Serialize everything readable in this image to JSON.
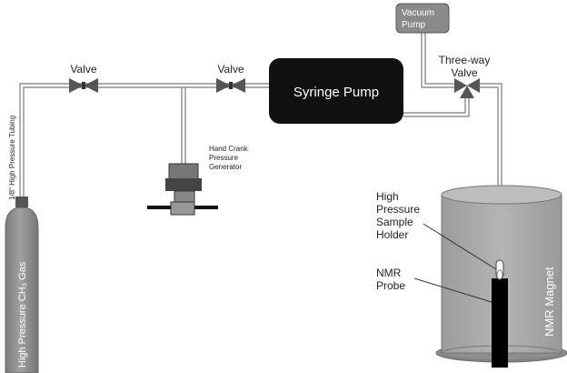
{
  "labels": {
    "valve_left": "Valve",
    "valve_right": "Valve",
    "syringe_pump": "Syringe Pump",
    "vacuum_pump_line1": "Vacuum",
    "vacuum_pump_line2": "Pump",
    "three_way_line1": "Three-way",
    "three_way_line2": "Valve",
    "hand_crank_line1": "Hand Crank",
    "hand_crank_line2": "Pressure",
    "hand_crank_line3": "Generator",
    "tubing": "1/8\" High Pressure Tubing",
    "gas_cylinder": "High Pressure CH₃ Gas",
    "sample_holder_line1": "High",
    "sample_holder_line2": "Pressure",
    "sample_holder_line3": "Sample",
    "sample_holder_line4": "Holder",
    "nmr_probe_line1": "NMR",
    "nmr_probe_line2": "Probe",
    "nmr_magnet": "NMR Magnet"
  },
  "colors": {
    "tubing": "#888888",
    "syringe_pump": "#111111",
    "vacuum_pump": "#8a8a8a",
    "gas_cylinder": "#8c8c8c",
    "magnet": "#a9a9a9",
    "probe": "#000000",
    "valve": "#666666"
  },
  "icons": [
    "valve-icon",
    "three-way-valve-icon",
    "hand-crank-pressure-generator-icon",
    "gas-cylinder-icon",
    "nmr-magnet-icon"
  ]
}
